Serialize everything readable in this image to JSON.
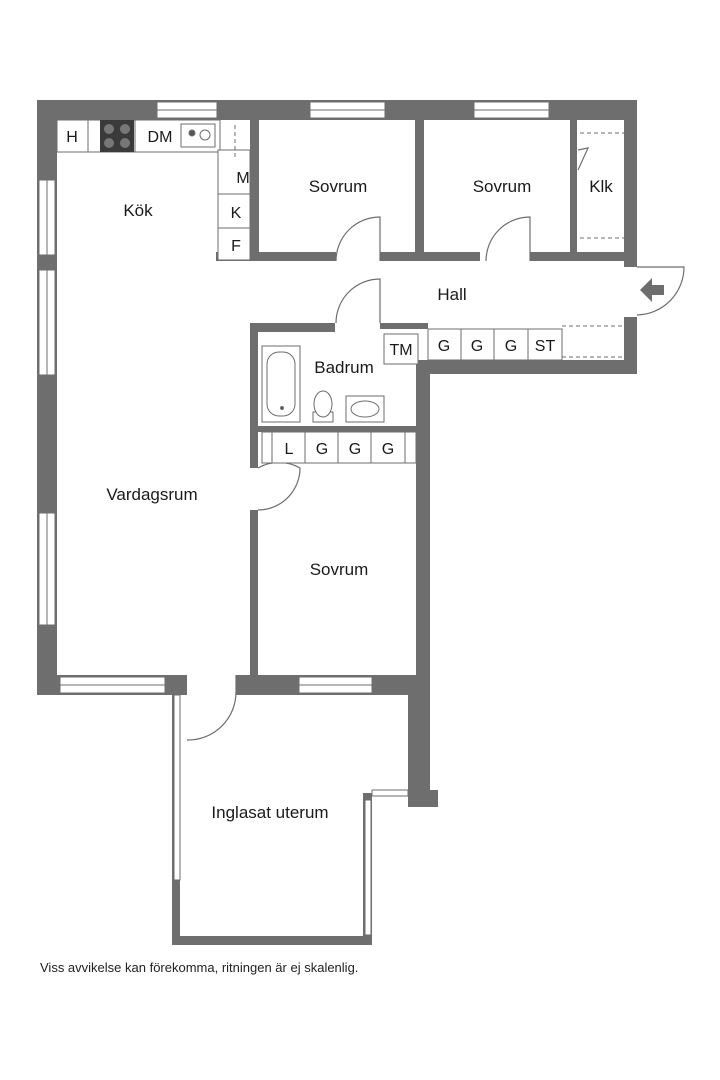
{
  "rooms": {
    "kitchen": "Kök",
    "bedroom_1": "Sovrum",
    "bedroom_2": "Sovrum",
    "closet": "Klk",
    "hall": "Hall",
    "bathroom": "Badrum",
    "living_room": "Vardagsrum",
    "bedroom_3": "Sovrum",
    "sunroom": "Inglasat uterum"
  },
  "fixtures": {
    "hood": "H",
    "dishwasher": "DM",
    "microwave": "M",
    "fridge": "K",
    "freezer": "F",
    "washing_machine": "TM",
    "wardrobe_hall_1": "G",
    "wardrobe_hall_2": "G",
    "wardrobe_hall_3": "G",
    "storage_hall": "ST",
    "linen": "L",
    "wardrobe_bed_1": "G",
    "wardrobe_bed_2": "G",
    "wardrobe_bed_3": "G"
  },
  "entrance_icon": "entrance-arrow-icon",
  "wall_color": "#6e6e6e",
  "disclaimer": "Viss avvikelse kan förekomma, ritningen är ej skalenlig."
}
